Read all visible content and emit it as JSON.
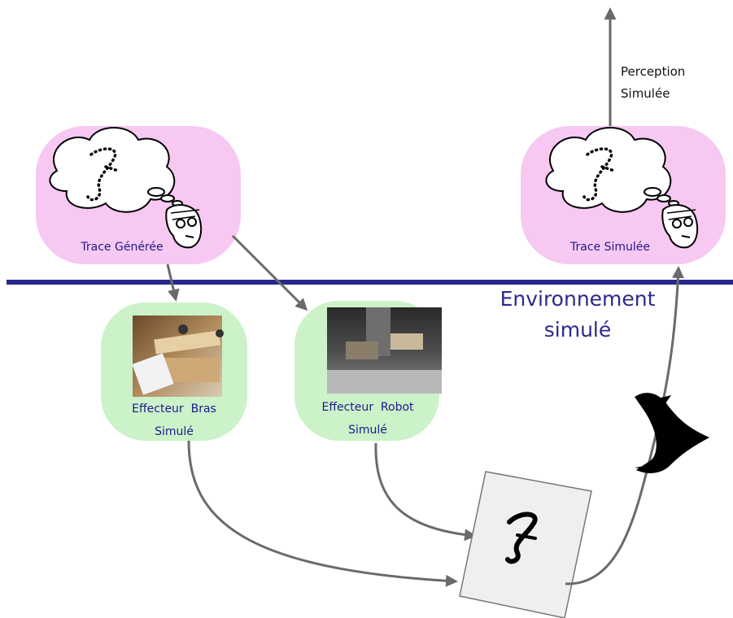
{
  "nodes": {
    "trace_generee": {
      "label": "Trace Générée"
    },
    "trace_simulee": {
      "label": "Trace Simulée"
    },
    "effecteur_bras": {
      "label_line1": "Effecteur  Bras",
      "label_line2": "Simulé"
    },
    "effecteur_robot": {
      "label_line1": "Effecteur  Robot",
      "label_line2": "Simulé"
    }
  },
  "perception": {
    "line1": "Perception",
    "line2": "Simulée"
  },
  "environment": {
    "line1": "Environnement",
    "line2": "simulé"
  },
  "colors": {
    "trace_pill": "#f7c8f2",
    "effecteur_pill": "#cbf2c8",
    "divider": "#27278a",
    "arrow": "#6a6a6a",
    "label_blue": "#1f1a8a",
    "paper": "#efefef"
  },
  "icons": [
    "thought-cloud-icon",
    "thinking-head-icon",
    "eye-icon",
    "handwritten-z-icon"
  ]
}
